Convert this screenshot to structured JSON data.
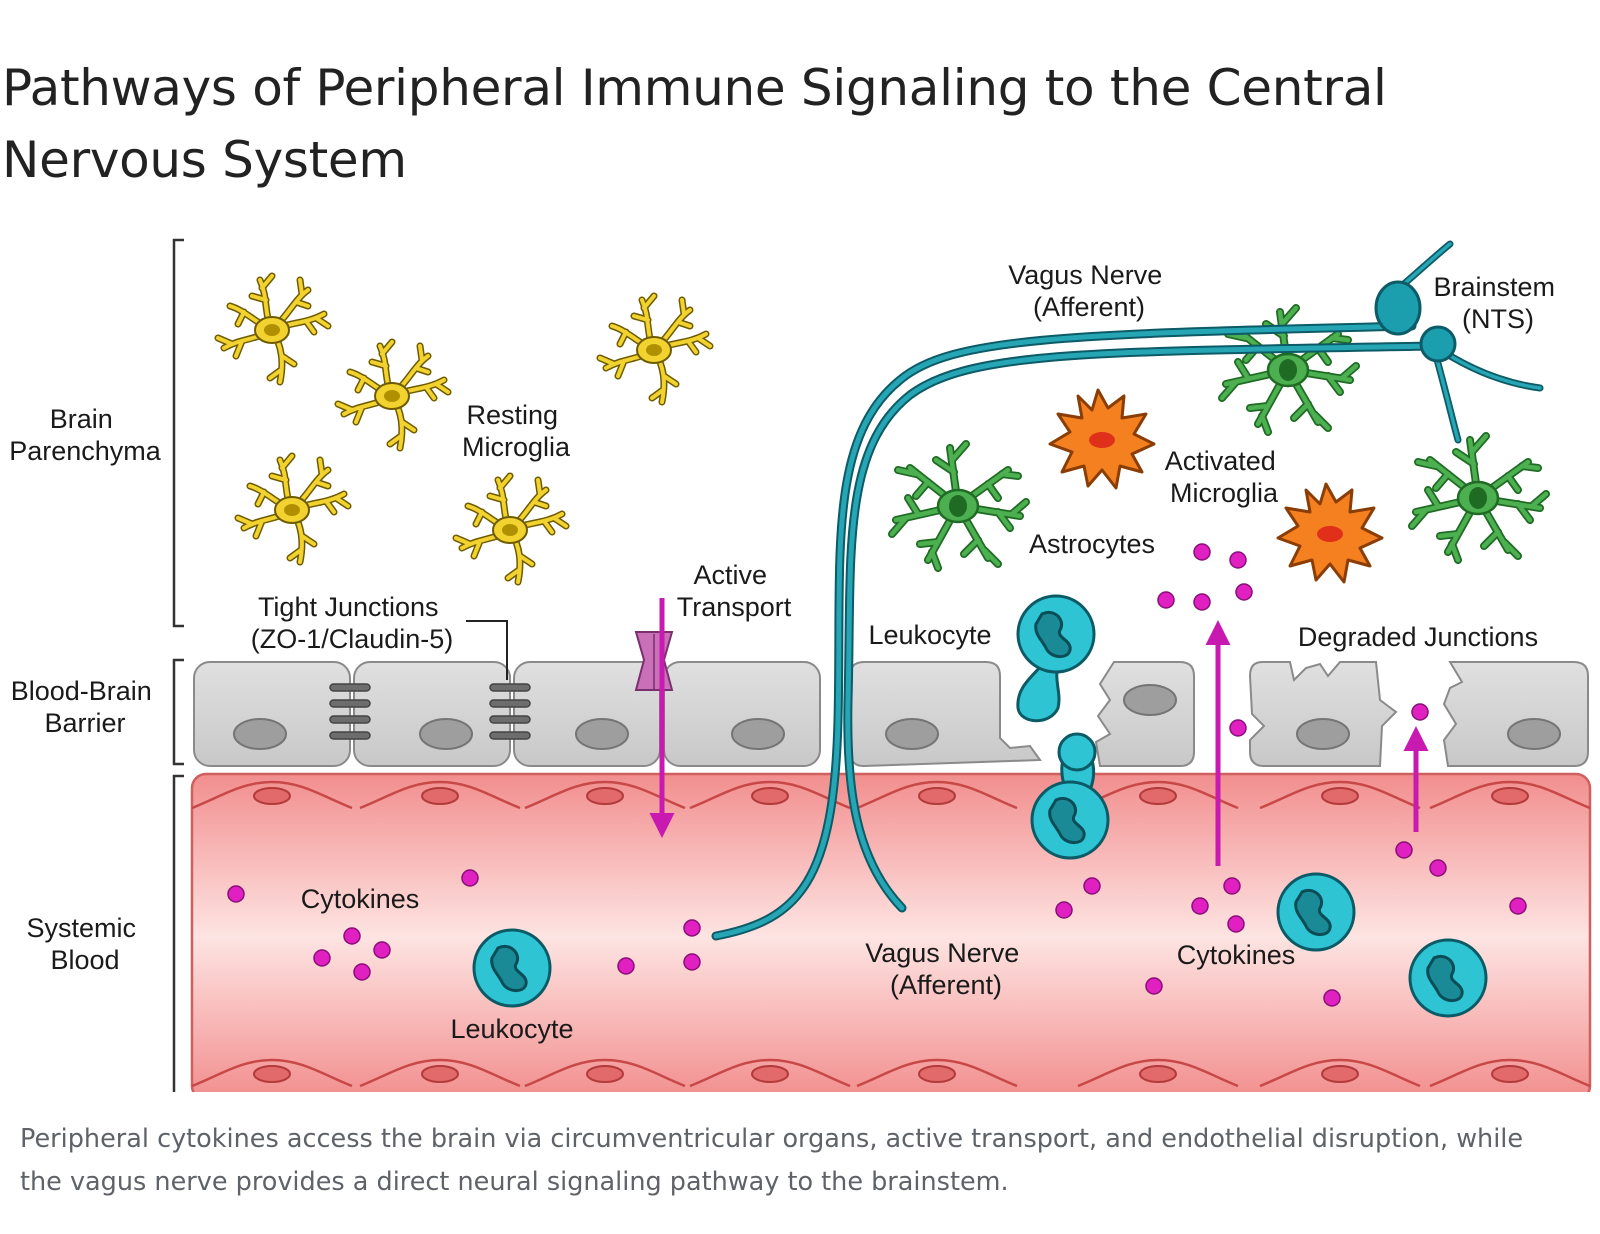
{
  "title": {
    "line1": "Pathways of Peripheral Immune Signaling to the Central",
    "line2": "Nervous System"
  },
  "regions": {
    "brain_parenchyma": [
      "Brain",
      "Parenchyma"
    ],
    "blood_brain_barrier": [
      "Blood-Brain",
      "Barrier"
    ],
    "systemic_blood": [
      "Systemic",
      "Blood"
    ]
  },
  "labels": {
    "resting_microglia": [
      "Resting",
      "Microglia"
    ],
    "tight_junctions": [
      "Tight Junctions",
      "(ZO-1/Claudin-5)"
    ],
    "active_transport": [
      "Active",
      "Transport"
    ],
    "vagus_top": [
      "Vagus Nerve",
      "(Afferent)"
    ],
    "brainstem": [
      "Brainstem",
      "(NTS)"
    ],
    "activated_microglia": [
      "Activated",
      "Microglia"
    ],
    "astrocytes": "Astrocytes",
    "leukocyte_bbb": "Leukocyte",
    "degraded_junctions": "Degraded Junctions",
    "cytokines_left": "Cytokines",
    "leukocyte_blood": "Leukocyte",
    "vagus_bottom": [
      "Vagus Nerve",
      "(Afferent)"
    ],
    "cytokines_right": "Cytokines"
  },
  "caption": {
    "line1": "Peripheral cytokines access the brain via circumventricular organs, active transport, and endothelial disruption, while",
    "line2": "the vagus nerve provides a direct neural signaling pathway to the brainstem."
  },
  "colors": {
    "resting_microglia": "#f2d22e",
    "activated_microglia": "#f5801f",
    "astrocyte": "#4caf50",
    "vagus_nerve": "#1b8f9e",
    "leukocyte": "#2ec4d3",
    "cytokine": "#e020c0",
    "arrow": "#c81ab0",
    "endothelium": "#d0d0d0",
    "blood": "#f4a4a4"
  }
}
